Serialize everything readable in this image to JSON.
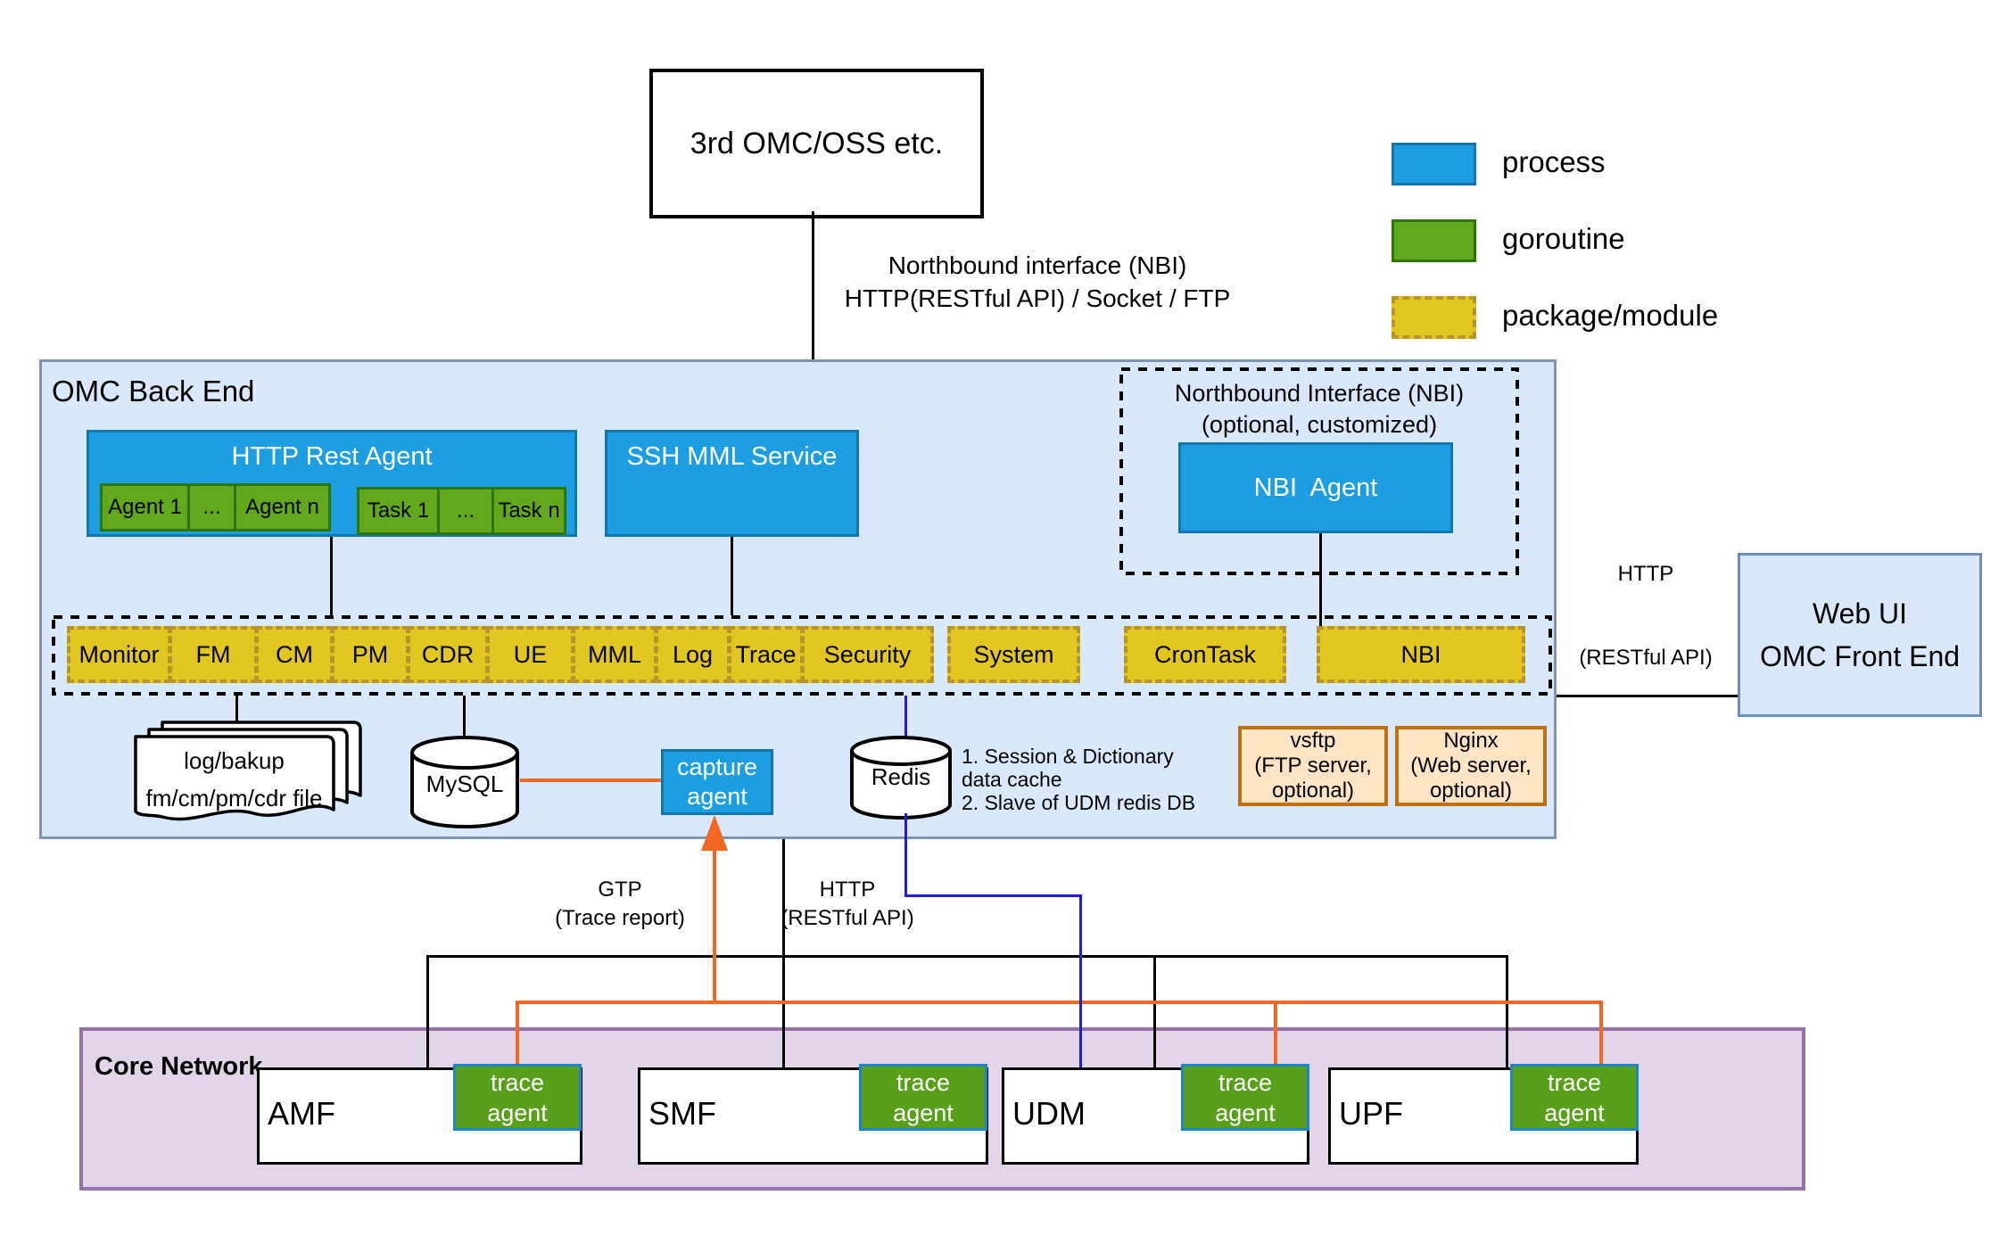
{
  "top_box": {
    "label": "3rd OMC/OSS etc."
  },
  "legend": {
    "process": "process",
    "goroutine": "goroutine",
    "package": "package/module"
  },
  "nbi_link": {
    "line1": "Northbound interface (NBI)",
    "line2": "HTTP(RESTful API) / Socket / FTP"
  },
  "omc": {
    "title": "OMC Back End",
    "http_rest": {
      "title": "HTTP Rest Agent",
      "agents": [
        "Agent 1",
        "...",
        "Agent n"
      ],
      "tasks": [
        "Task 1",
        "...",
        "Task n"
      ]
    },
    "ssh": {
      "title": "SSH MML Service"
    },
    "nbi_opt": {
      "title1": "Northbound Interface (NBI)",
      "title2": "(optional, customized)",
      "agent": "NBI  Agent"
    },
    "modules": [
      "Monitor",
      "FM",
      "CM",
      "PM",
      "CDR",
      "UE",
      "MML",
      "Log",
      "Trace",
      "Security"
    ],
    "system": "System",
    "crontask": "CronTask",
    "nbi": "NBI",
    "files": {
      "line1": "log/bakup",
      "line2": "fm/cm/pm/cdr file"
    },
    "mysql": "MySQL",
    "capture": {
      "line1": "capture",
      "line2": "agent"
    },
    "redis": "Redis",
    "redis_note": {
      "l1": "1. Session & Dictionary",
      "l2": "data cache",
      "l3": "2. Slave of UDM redis DB"
    },
    "vsftp": {
      "l1": "vsftp",
      "l2": "(FTP server,",
      "l3": "optional)"
    },
    "nginx": {
      "l1": "Nginx",
      "l2": "(Web server,",
      "l3": "optional)"
    }
  },
  "webui": {
    "line1": "Web UI",
    "line2": "OMC Front End"
  },
  "http_right": {
    "l1": "HTTP",
    "l2": "(RESTful API)"
  },
  "gtp_label": {
    "l1": "GTP",
    "l2": "(Trace report)"
  },
  "http_bottom": {
    "l1": "HTTP",
    "l2": "(RESTful API)"
  },
  "core": {
    "title": "Core Network",
    "nfs": [
      {
        "name": "AMF"
      },
      {
        "name": "SMF"
      },
      {
        "name": "UDM"
      },
      {
        "name": "UPF"
      }
    ],
    "trace": {
      "l1": "trace",
      "l2": "agent"
    }
  },
  "colors": {
    "process": "#1d9ee3",
    "goroutine": "#61a81c",
    "package": "#e2c720",
    "omc_bg": "#dae8fc",
    "core_bg": "#e1d5e7",
    "orange_line": "#f26722",
    "blue_line": "#1f1fd0"
  }
}
